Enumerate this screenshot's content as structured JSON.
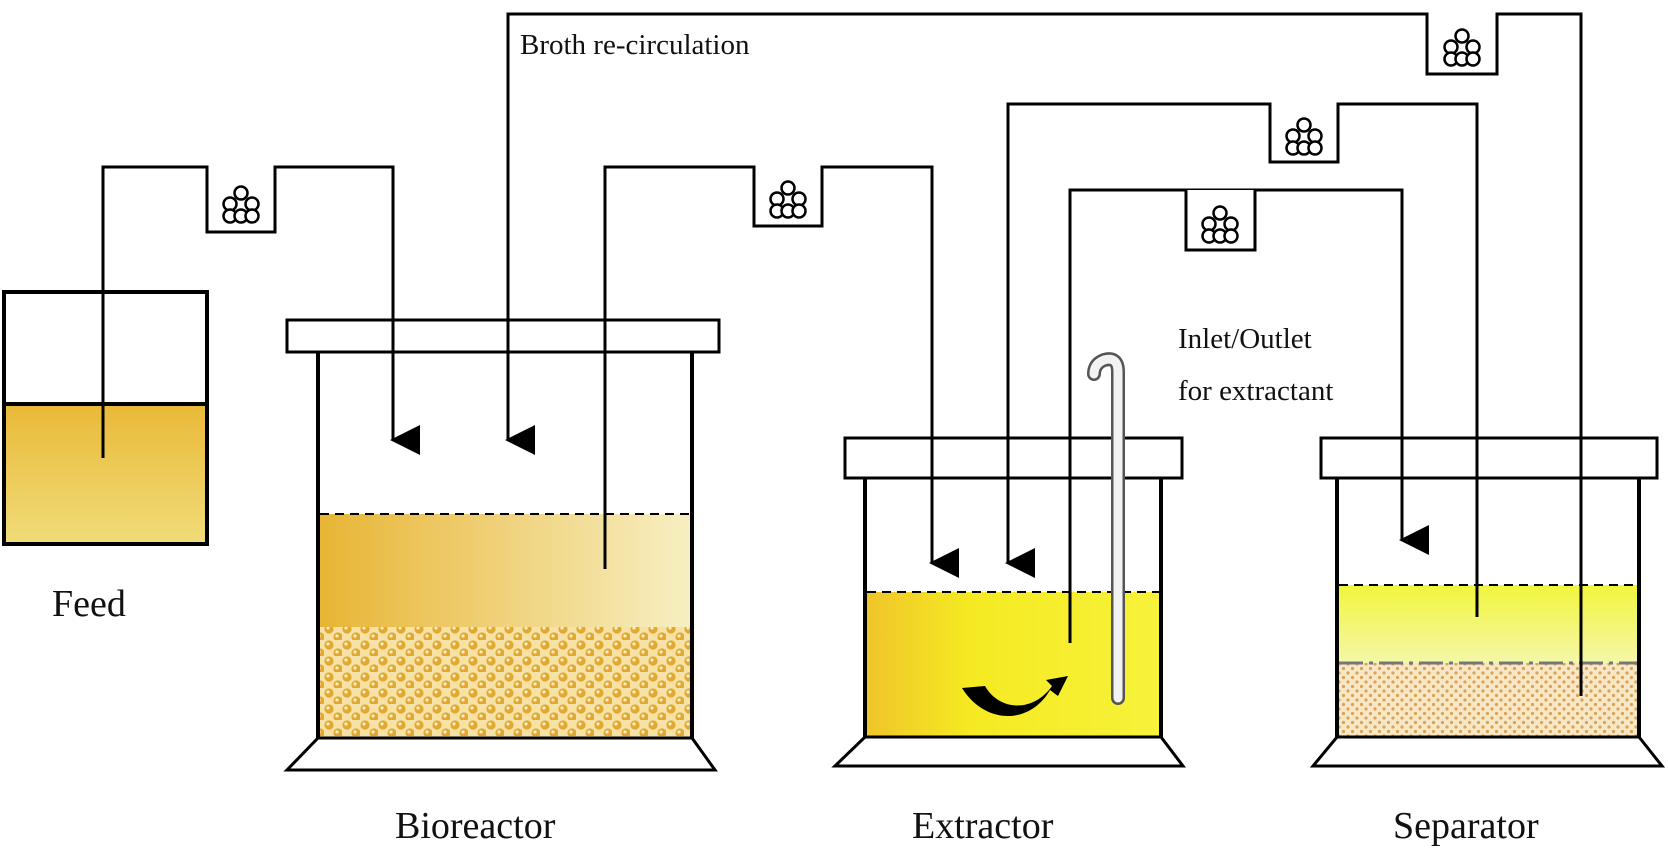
{
  "labels": {
    "feed": "Feed",
    "bioreactor": "Bioreactor",
    "extractor": "Extractor",
    "separator": "Separator",
    "recirculation": "Broth re-circulation",
    "inlet_line1": "Inlet/Outlet",
    "inlet_line2": "for extractant"
  },
  "icons": {
    "pump": "peristaltic-pump-icon",
    "stirrer": "curved-arrow-icon",
    "flow": "arrow-down-icon"
  },
  "colors": {
    "broth": "#e8b83a",
    "broth_light": "#f3e9b0",
    "extractant": "#f5ee2a",
    "separator_top": "#f0f56b",
    "separator_bottom": "#f1d79c",
    "line": "#000000"
  }
}
